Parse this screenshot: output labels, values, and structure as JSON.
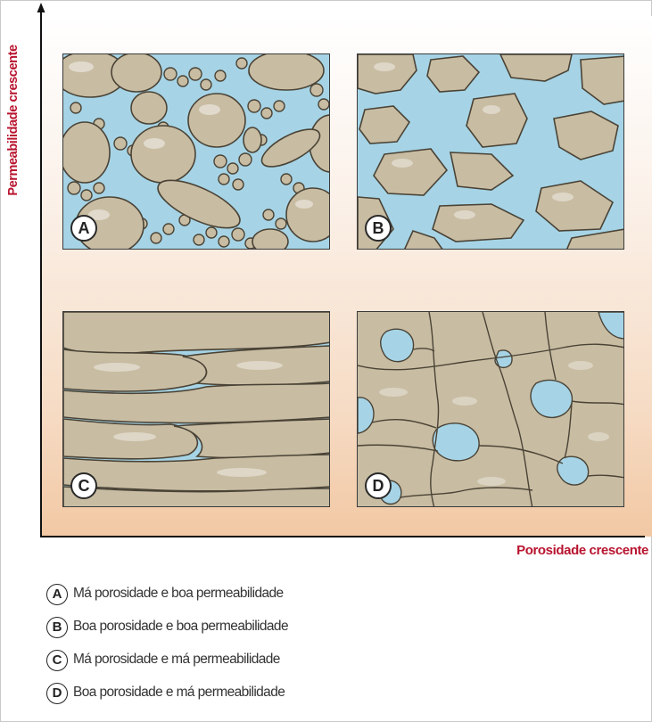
{
  "figure": {
    "y_axis_label": "Permeabilidade crescente",
    "x_axis_label": "Porosidade crescente",
    "colors": {
      "axis_label": "#b8142f",
      "grain_fill": "#c8bca2",
      "grain_stroke": "#4a4336",
      "pore_water": "#a6d4e6",
      "background_gradient_end": "#f2c8a4"
    }
  },
  "panels": [
    {
      "id": "A",
      "badge": "A",
      "texture": "rounded grains of mixed size"
    },
    {
      "id": "B",
      "badge": "B",
      "texture": "angular grains in large pores"
    },
    {
      "id": "C",
      "badge": "C",
      "texture": "flattened compacted grains"
    },
    {
      "id": "D",
      "badge": "D",
      "texture": "tightly packed grains with isolated pores"
    }
  ],
  "legend": [
    {
      "badge": "A",
      "text": "Má porosidade e boa permeabilidade"
    },
    {
      "badge": "B",
      "text": "Boa porosidade e boa permeabilidade"
    },
    {
      "badge": "C",
      "text": "Má porosidade e má permeabilidade"
    },
    {
      "badge": "D",
      "text": "Boa porosidade e má permeabilidade"
    }
  ]
}
